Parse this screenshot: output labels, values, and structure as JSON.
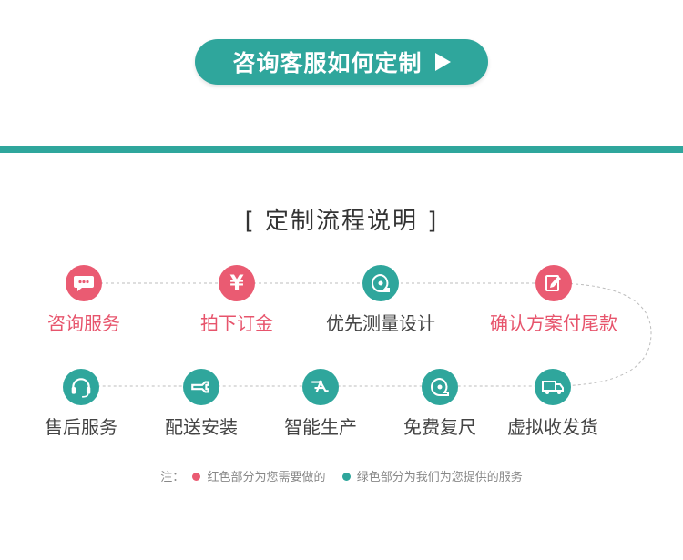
{
  "consult_button": {
    "label": "咨询客服如何定制",
    "icon": "play-icon"
  },
  "section_title": "[ 定制流程说明 ]",
  "colors": {
    "accent_green": "#2fa69c",
    "accent_red": "#ea5b72"
  },
  "steps_row1": [
    {
      "label": "咨询服务",
      "icon": "chat-bubble-icon",
      "color": "red"
    },
    {
      "label": "拍下订金",
      "icon": "yen-icon",
      "color": "red"
    },
    {
      "label": "优先测量设计",
      "icon": "tape-measure-icon",
      "color": "green"
    },
    {
      "label": "确认方案付尾款",
      "icon": "edit-document-icon",
      "color": "red"
    }
  ],
  "steps_row2": [
    {
      "label": "售后服务",
      "icon": "headset-icon",
      "color": "green"
    },
    {
      "label": "配送安装",
      "icon": "wrench-icon",
      "color": "green"
    },
    {
      "label": "智能生产",
      "icon": "machine-icon",
      "color": "green"
    },
    {
      "label": "免费复尺",
      "icon": "tape-measure-icon",
      "color": "green"
    },
    {
      "label": "虚拟收发货",
      "icon": "truck-icon",
      "color": "green"
    }
  ],
  "note": {
    "prefix": "注：",
    "red_text": "红色部分为您需要做的",
    "green_text": "绿色部分为我们为您提供的服务"
  }
}
